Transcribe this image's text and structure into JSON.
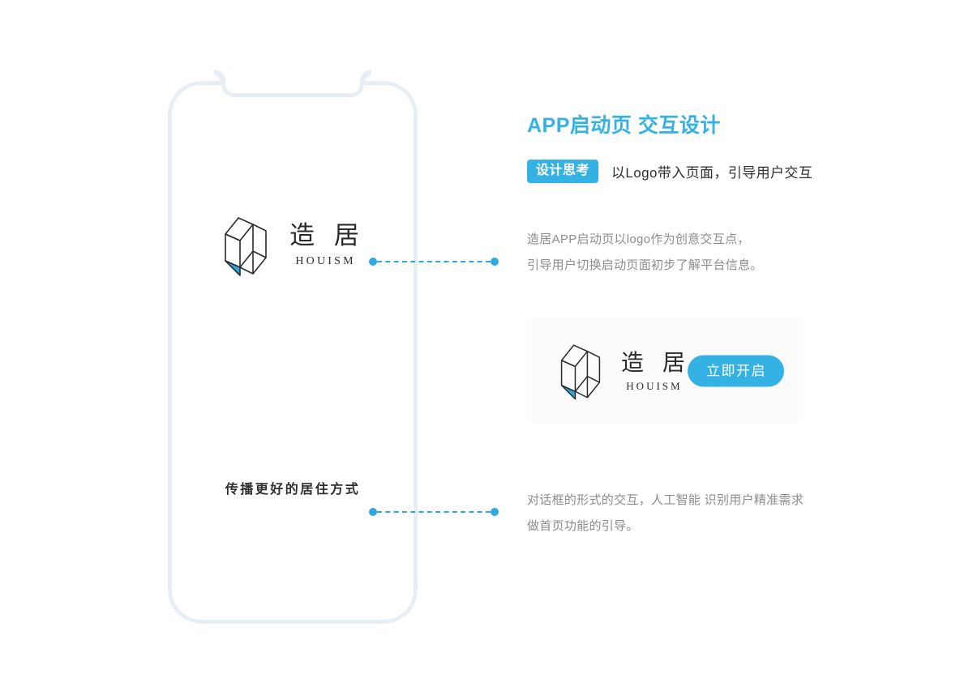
{
  "header": {
    "title": "APP启动页 交互设计",
    "badge_label": "设计思考",
    "subtitle": "以Logo带入页面，引导用户交互",
    "accent_color": "#35b2e4"
  },
  "paragraphs": {
    "one_line_one": "造居APP启动页以logo作为创意交互点，",
    "one_line_two": "引导用户切换启动页面初步了解平台信息。",
    "two_line_one": "对话框的形式的交互，人工智能 识别用户精准需求",
    "two_line_two": "做首页功能的引导。"
  },
  "brand": {
    "name_cn": "造 居",
    "name_en": "HOUISM",
    "accent_color": "#29a8dd",
    "ink_color": "#2b2b2b"
  },
  "phone": {
    "tagline": "传播更好的居住方式",
    "frame_color": "#e9edf4"
  },
  "splash_card": {
    "button_label": "立即开启",
    "background": "#fbfbfc"
  },
  "connectors": {
    "dot_color": "#2eaae0",
    "top_label": "splash-logo-callout",
    "bottom_label": "tagline-callout"
  }
}
